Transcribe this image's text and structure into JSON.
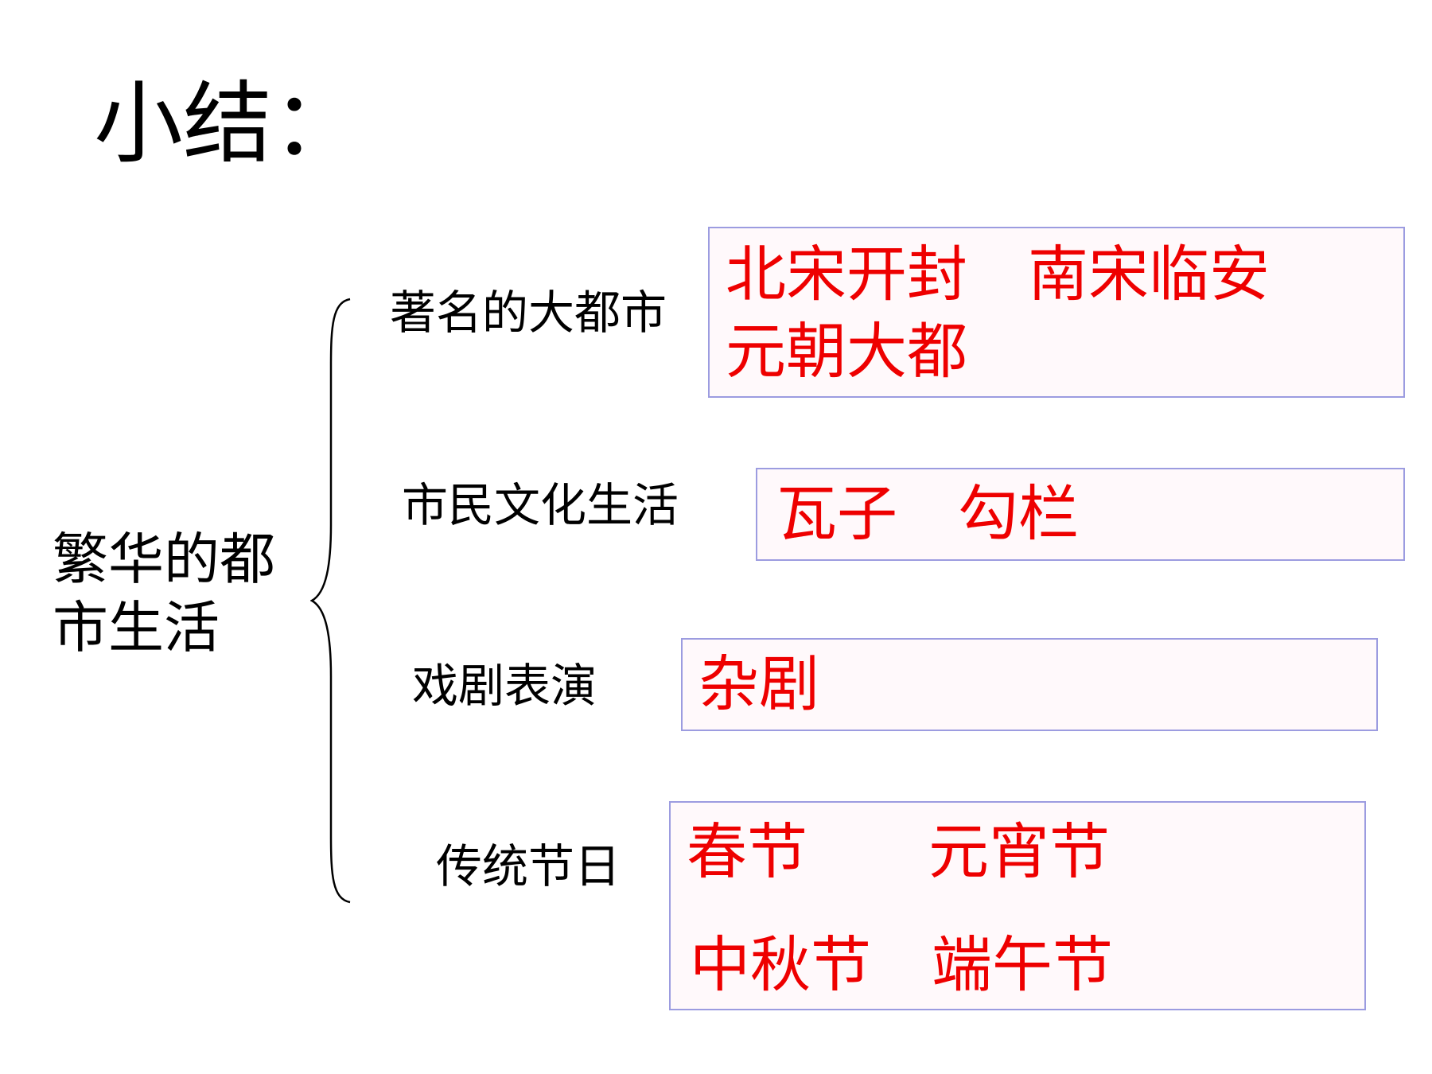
{
  "title": "小结：",
  "topic": {
    "line1": "繁华的都",
    "line2": "市生活"
  },
  "colors": {
    "answer_text": "#ee0000",
    "box_border": "#9c9ce0",
    "box_fill": "#fff9fb",
    "text": "#000000"
  },
  "branches": [
    {
      "label": "著名的大都市",
      "answers": [
        "北宋开封　南宋临安",
        "元朝大都"
      ]
    },
    {
      "label": "市民文化生活",
      "answers": [
        "瓦子　勾栏"
      ]
    },
    {
      "label": "戏剧表演",
      "answers": [
        "杂剧"
      ]
    },
    {
      "label": "传统节日",
      "answers": [
        "春节　　元宵节",
        "中秋节　端午节"
      ]
    }
  ]
}
